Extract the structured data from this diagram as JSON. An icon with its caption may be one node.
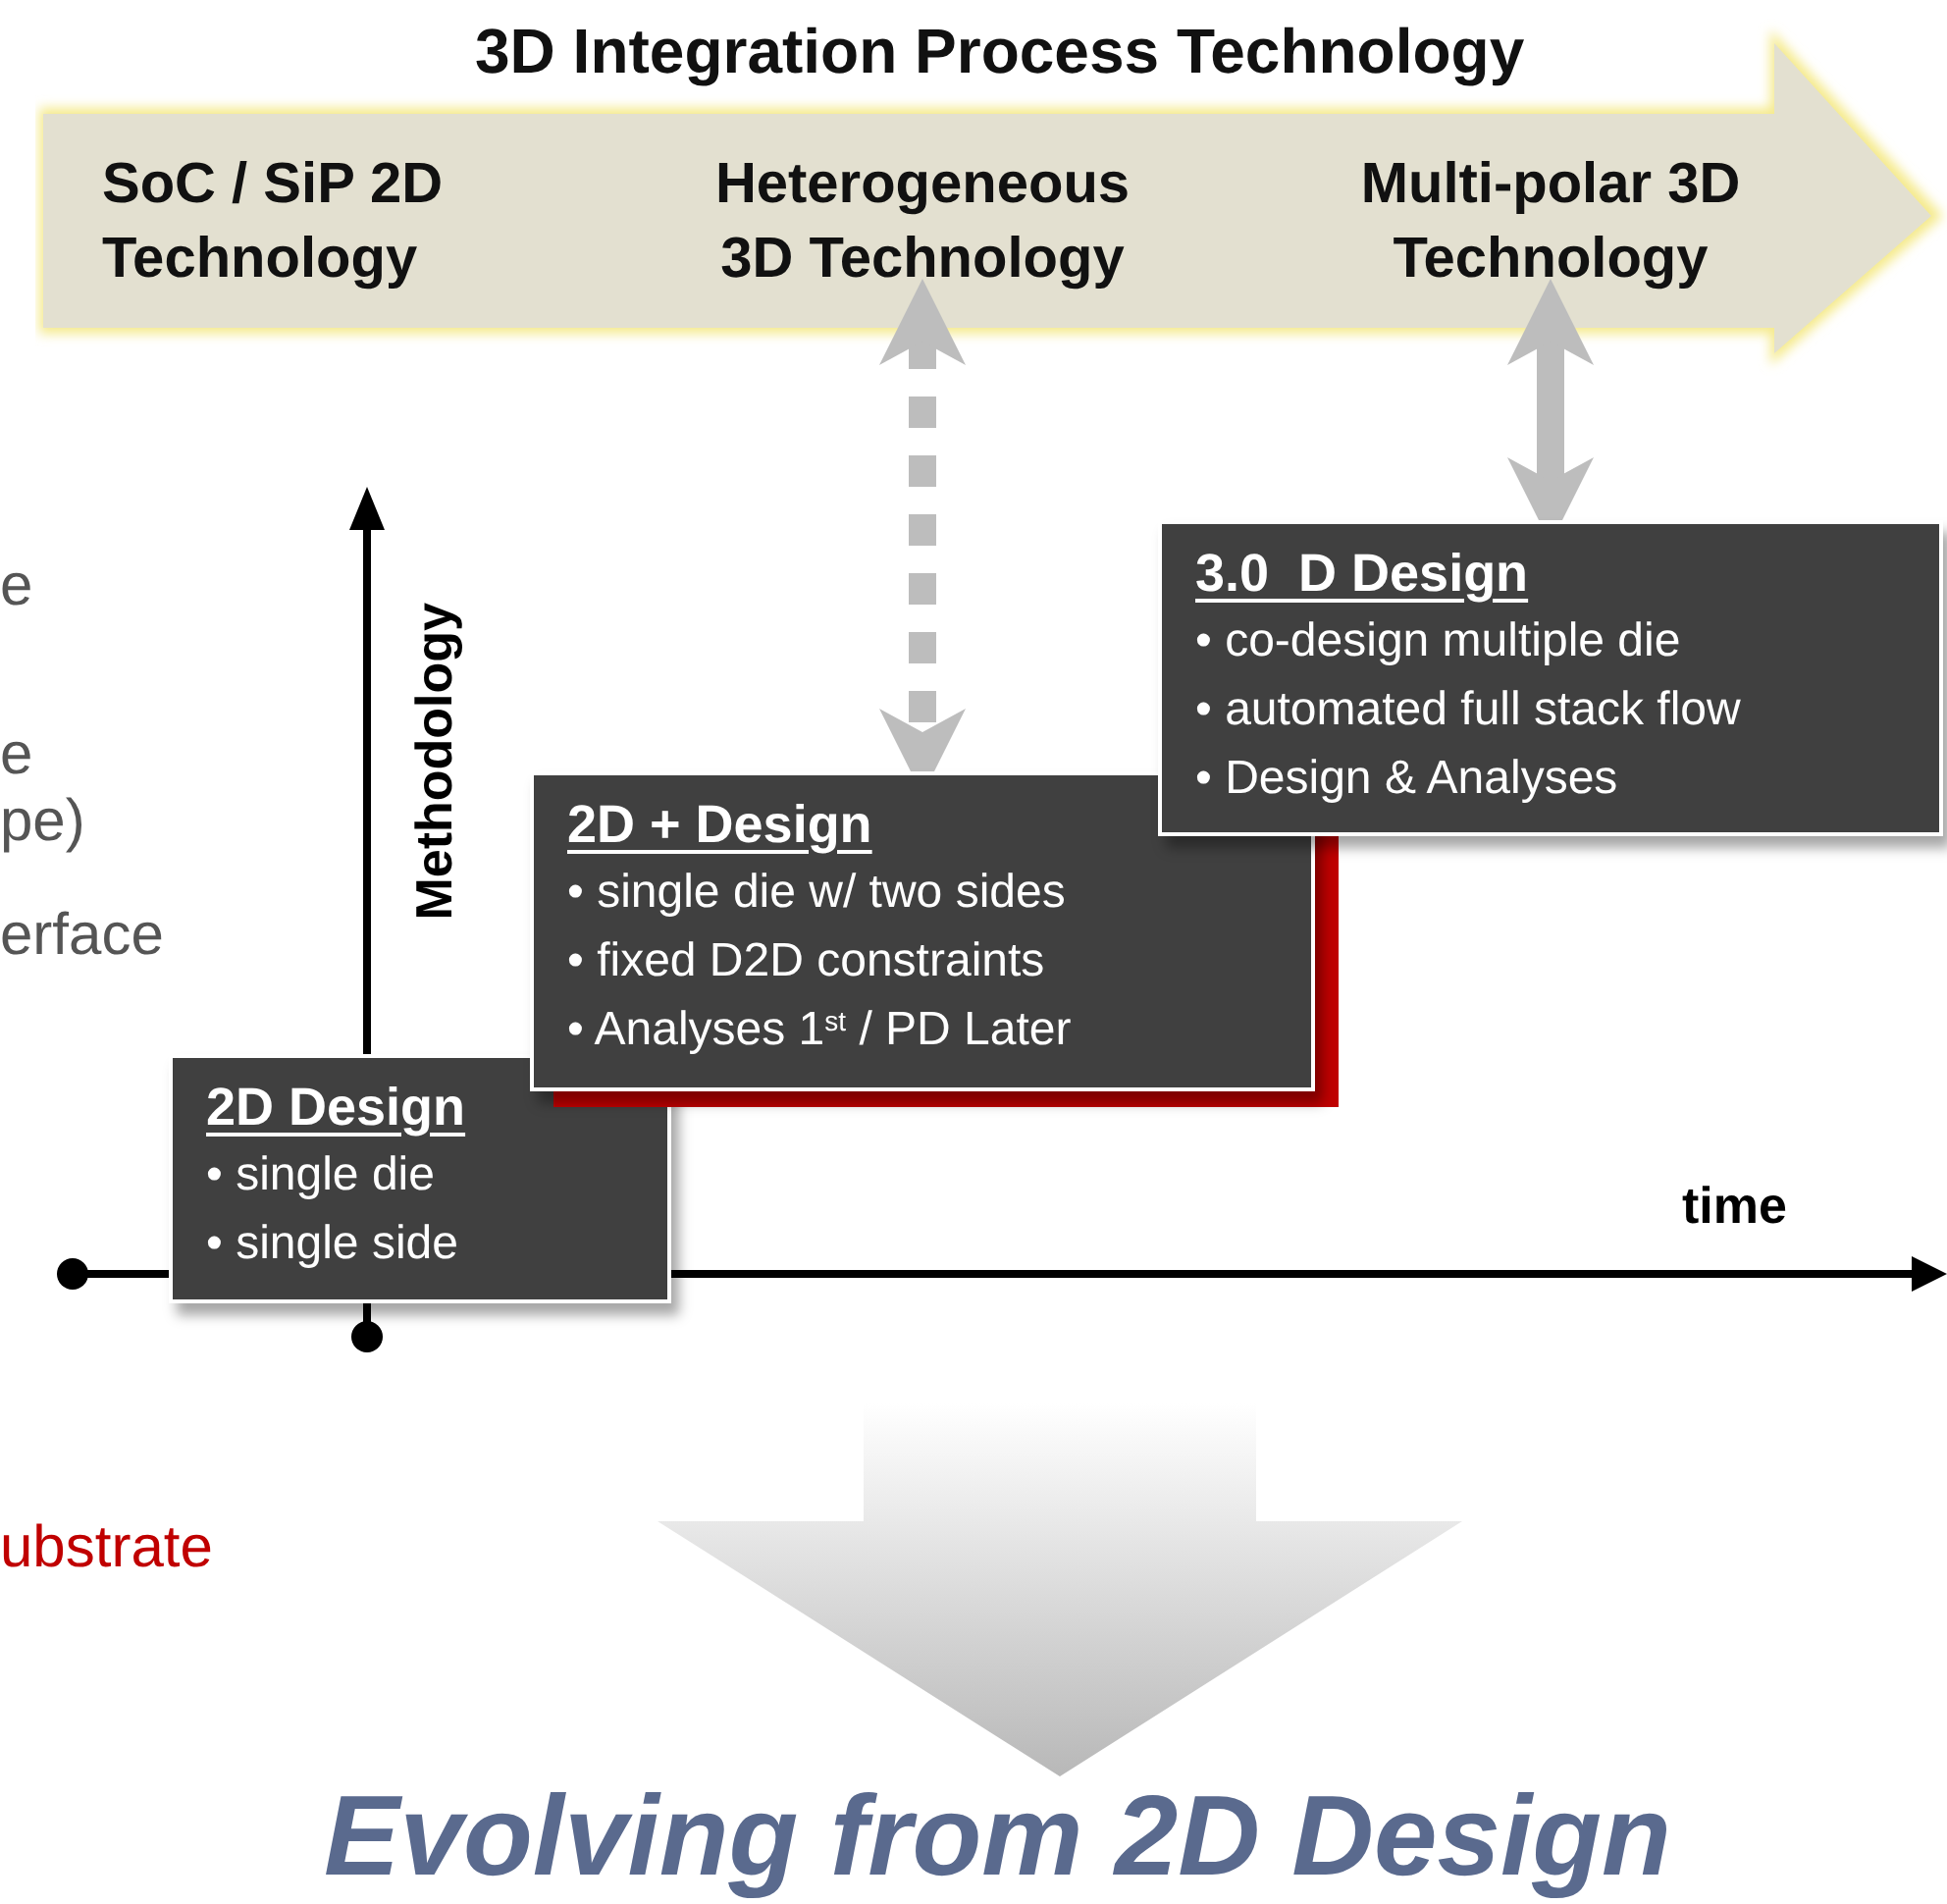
{
  "diagram": {
    "nodes": [
      {
        "text": [
          "3D Integration Process Technology"
        ]
      },
      {
        "text": [
          "SoC / SiP 2D Technology"
        ],
        "in": 0
      },
      {
        "text": [
          "Heterogeneous 3D Technology"
        ],
        "in": 0
      },
      {
        "text": [
          "Multi-polar 3D Technology"
        ],
        "in": 0
      },
      {
        "text": [
          "2D Design",
          "• single die",
          "• single side"
        ]
      },
      {
        "text": [
          "2D + Design",
          "• single die w/ two sides",
          "• fixed D2D constraints",
          "• Analyses 1$^{st}$ / PD Later"
        ]
      },
      {
        "text": [
          "3.0  D Design",
          "• co-design multiple die",
          "• automated full stack flow",
          "• Design & Analyses"
        ]
      }
    ],
    "edges": [
      {
        "from": 2,
        "to": 5,
        "arrow": "both",
        "style": "dashed"
      },
      {
        "from": 3,
        "to": 6,
        "arrow": "both"
      }
    ],
    "labels": [
      "e",
      "Methodology",
      "e",
      "pe)",
      "erface",
      "time",
      "ubstrate",
      "Evolving from 2D Design"
    ]
  }
}
